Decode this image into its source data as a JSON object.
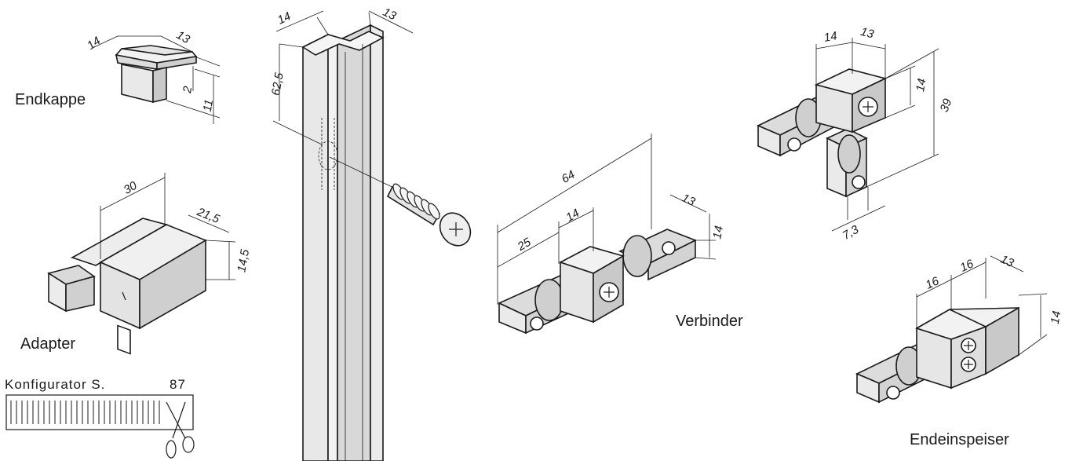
{
  "labels": {
    "endkappe": "Endkappe",
    "adapter": "Adapter",
    "verbinder": "Verbinder",
    "endeinspeiser": "Endeinspeiser",
    "konfigurator": "Konfigurator S.",
    "konfigurator_page": "87"
  },
  "dimensions": {
    "endkappe_width": "14",
    "endkappe_depth": "13",
    "endkappe_height_inner": "2",
    "endkappe_height": "11",
    "rail_width": "14",
    "rail_depth": "13",
    "rail_hole_offset": "62,5",
    "adapter_length": "30",
    "adapter_depth": "21,5",
    "adapter_height": "14,5",
    "verbinder_length": "64",
    "verbinder_left": "25",
    "verbinder_block": "14",
    "verbinder_depth": "13",
    "verbinder_height": "14",
    "winkel_width": "14",
    "winkel_depth": "13",
    "winkel_block": "14",
    "winkel_height": "39",
    "winkel_offset": "7,3",
    "endein_left": "16",
    "endein_mid": "16",
    "endein_depth": "13",
    "endein_height": "14"
  },
  "colors": {
    "face_light": "#efefef",
    "face_mid": "#dcdcdc",
    "face_dark": "#bfbfbf",
    "line": "#1a1a1a"
  },
  "icons": [
    "scissors-icon",
    "ruler-icon",
    "screw-icon"
  ]
}
